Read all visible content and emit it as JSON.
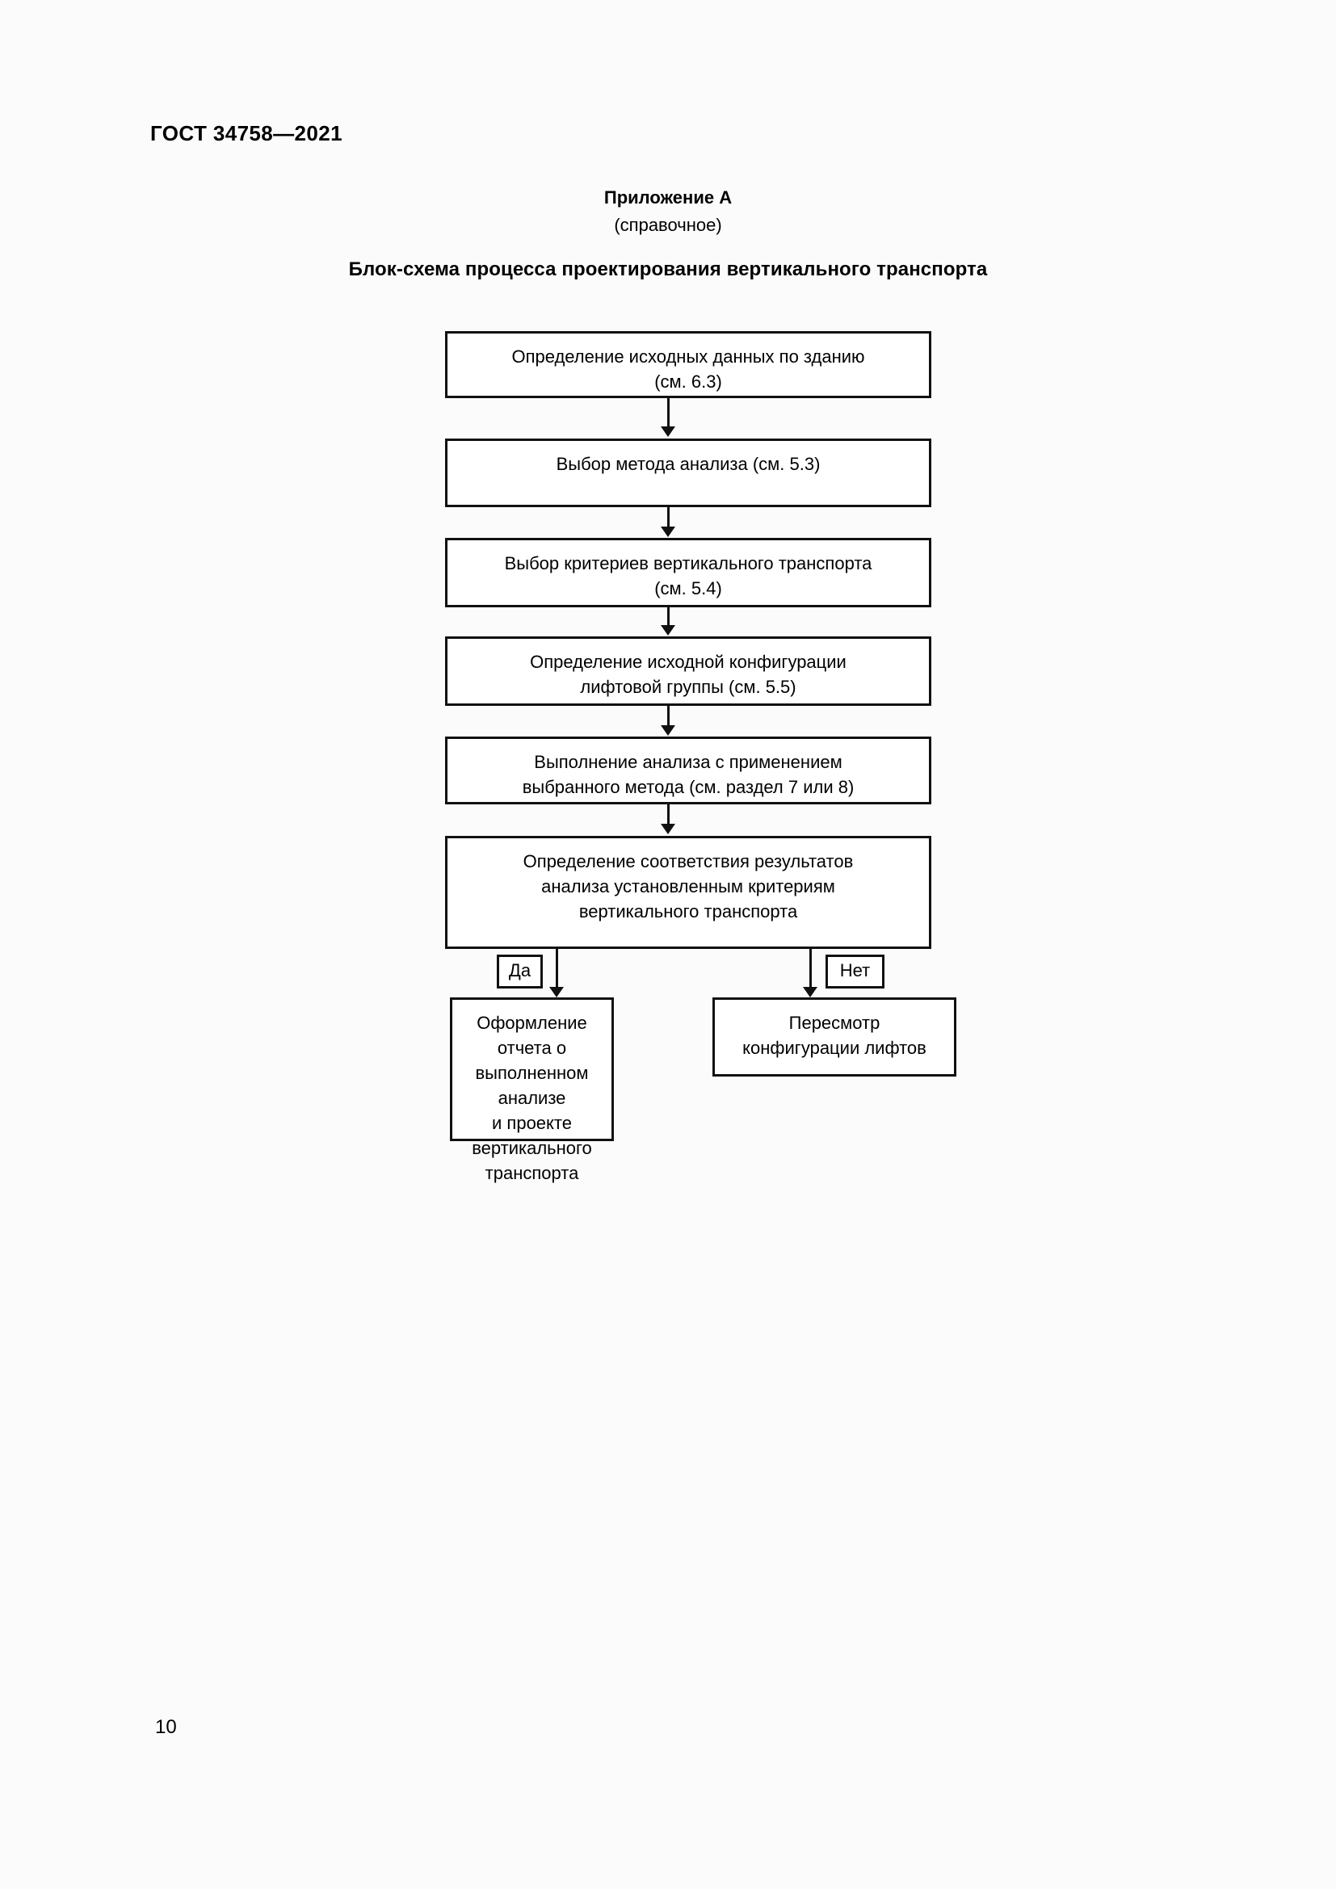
{
  "document": {
    "standard_header": "ГОСТ 34758—2021",
    "page_number": "10"
  },
  "annex": {
    "title": "Приложение А",
    "subtitle": "(справочное)",
    "scheme_title": "Блок-схема процесса проектирования вертикального транспорта"
  },
  "flowchart": {
    "nodes": [
      {
        "id": "node-1",
        "line1": "Определение исходных данных по зданию",
        "line2": "(см. 6.3)"
      },
      {
        "id": "node-2",
        "line1": "Выбор метода анализа (см. 5.3)",
        "line2": ""
      },
      {
        "id": "node-3",
        "line1": "Выбор критериев вертикального транспорта",
        "line2": "(см. 5.4)"
      },
      {
        "id": "node-4",
        "line1": "Определение исходной конфигурации",
        "line2": "лифтовой группы (см. 5.5)"
      },
      {
        "id": "node-5",
        "line1": "Выполнение анализа с применением",
        "line2": "выбранного метода (см. раздел 7 или 8)"
      },
      {
        "id": "node-6",
        "line1": "Определение соответствия результатов",
        "line2": "анализа установленным критериям",
        "line3": "вертикального транспорта"
      },
      {
        "id": "node-yes-result",
        "line1": "Оформление отчета о",
        "line2": "выполненном анализе",
        "line3": "и проекте",
        "line4": "вертикального",
        "line5": "транспорта"
      },
      {
        "id": "node-no-result",
        "line1": "Пересмотр",
        "line2": "конфигурации лифтов"
      }
    ],
    "branches": {
      "yes_label": "Да",
      "no_label": "Нет"
    },
    "colors": {
      "line": "#111111",
      "node_fill": "#ffffff",
      "text": "#000000"
    }
  }
}
